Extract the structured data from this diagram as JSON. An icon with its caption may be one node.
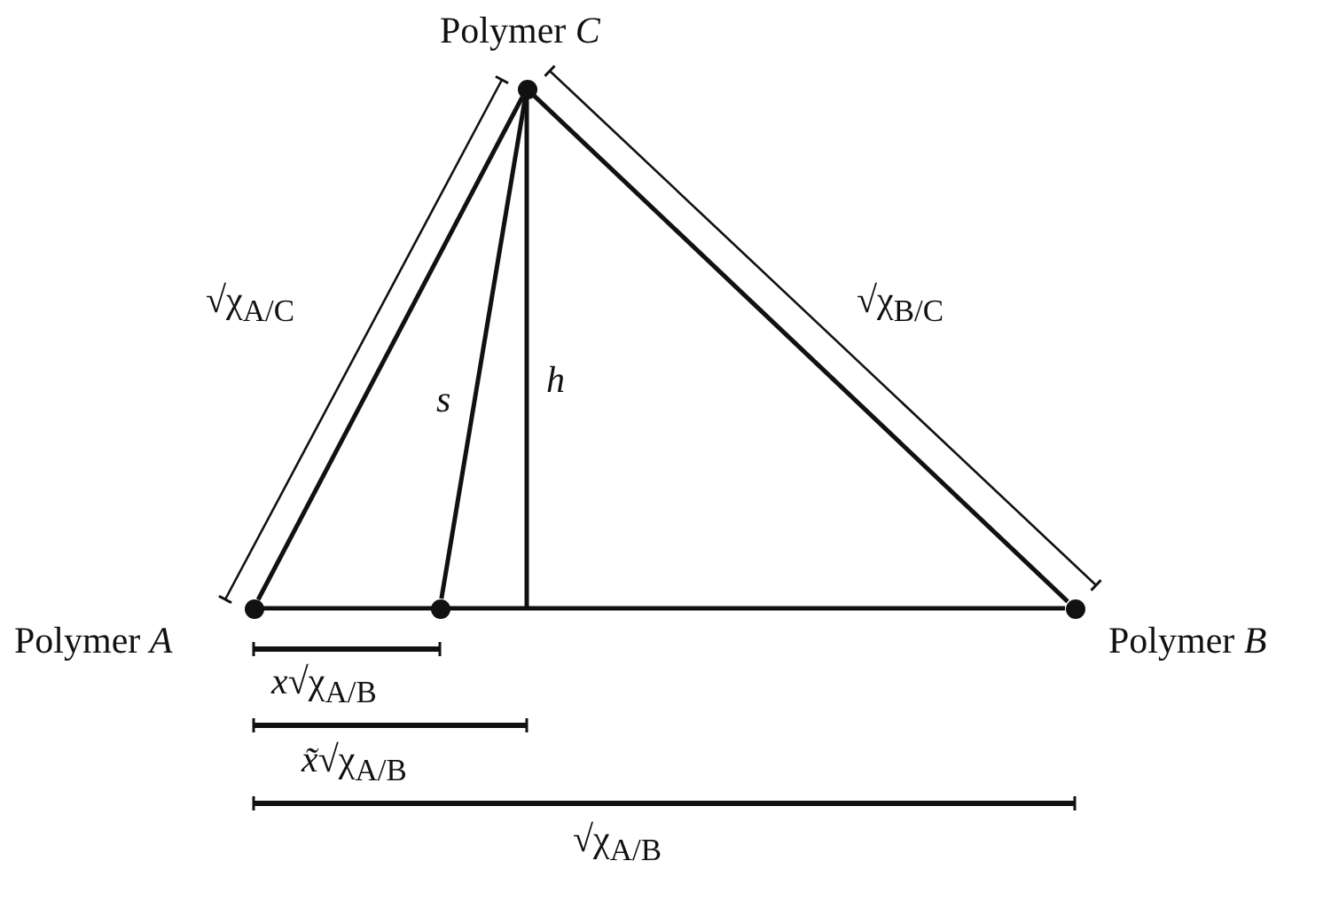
{
  "diagram": {
    "nodes": [
      {
        "text": [],
        "shape": "circle",
        "beside": [
          "Polymer *A*"
        ]
      },
      {
        "text": [],
        "shape": "circle",
        "beside": [
          "Polymer *B*"
        ]
      },
      {
        "text": [],
        "shape": "circle",
        "beside": [
          "Polymer *C*"
        ]
      },
      {
        "text": [],
        "shape": "circle"
      }
    ],
    "edges": [
      {
        "from": 0,
        "to": 1,
        "arrow": "none"
      },
      {
        "from": 0,
        "to": 2,
        "arrow": "none"
      },
      {
        "from": 1,
        "to": 2,
        "arrow": "none"
      },
      {
        "from": 2,
        "to": 3,
        "arrow": "none",
        "label": "*s*"
      },
      {
        "from": 2,
        "to": null,
        "arrow": "none",
        "label": "*h*"
      }
    ],
    "labels": [
      "√χ$_{A/C}$",
      "√χ$_{B/C}$",
      "*x*√χ$_{A/B}$",
      "*x̃*√χ$_{A/B}$",
      "√χ$_{A/B}$"
    ]
  }
}
